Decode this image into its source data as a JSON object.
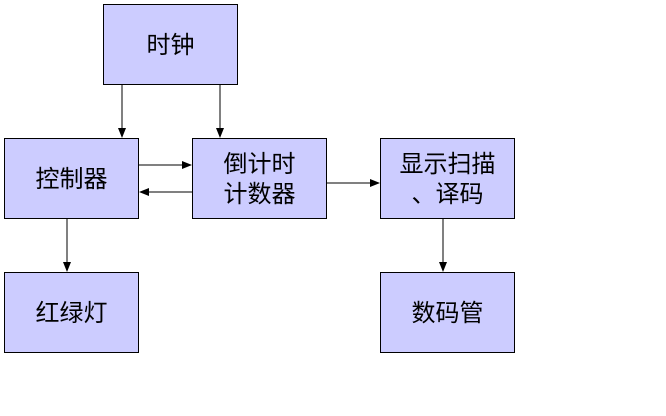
{
  "diagram": {
    "colors": {
      "box_fill": "#ccccff",
      "box_border": "#000000",
      "arrow": "#000000",
      "background": "#ffffff"
    },
    "nodes": {
      "clock": {
        "lines": [
          "时钟"
        ]
      },
      "controller": {
        "lines": [
          "控制器"
        ]
      },
      "countdown_counter": {
        "lines": [
          "倒计时",
          "计数器"
        ]
      },
      "display_scan_decode": {
        "lines": [
          "显示扫描",
          "、译码"
        ]
      },
      "traffic_light": {
        "lines": [
          "红绿灯"
        ]
      },
      "digit_tube": {
        "lines": [
          "数码管"
        ]
      }
    },
    "edges": [
      {
        "from": "clock",
        "to": "controller"
      },
      {
        "from": "clock",
        "to": "countdown_counter"
      },
      {
        "from": "controller",
        "to": "countdown_counter"
      },
      {
        "from": "countdown_counter",
        "to": "controller"
      },
      {
        "from": "countdown_counter",
        "to": "display_scan_decode"
      },
      {
        "from": "controller",
        "to": "traffic_light"
      },
      {
        "from": "display_scan_decode",
        "to": "digit_tube"
      }
    ]
  }
}
